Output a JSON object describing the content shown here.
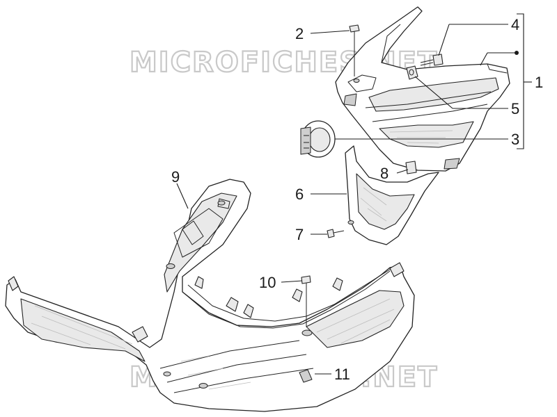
{
  "watermarks": [
    "MICROFICHES.NET",
    "MICROFICHES.NET"
  ],
  "callouts": [
    "1",
    "2",
    "3",
    "4",
    "5",
    "6",
    "7",
    "8",
    "9",
    "10",
    "11"
  ]
}
